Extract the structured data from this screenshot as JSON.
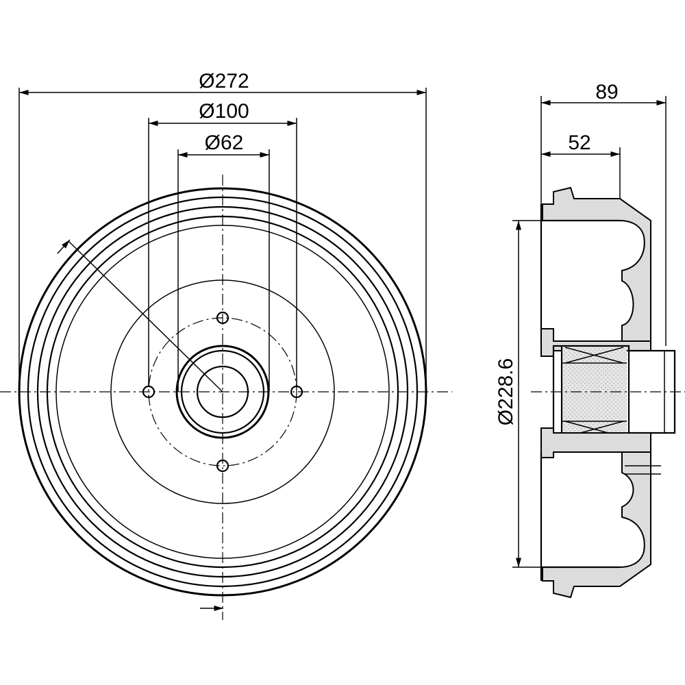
{
  "front_view": {
    "dim_outer_diameter": "Ø272",
    "dim_bolt_circle": "Ø100",
    "dim_center_bore": "Ø62"
  },
  "side_view": {
    "dim_total_height": "89",
    "dim_drum_depth": "52",
    "dim_braking_diameter": "Ø228.6"
  },
  "colors": {
    "line": "#000000",
    "section_fill": "#dcdcdc",
    "background": "#ffffff"
  }
}
